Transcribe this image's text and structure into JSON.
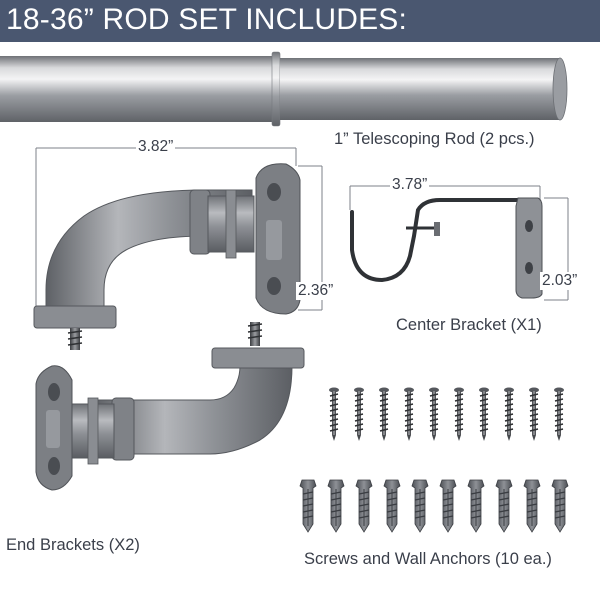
{
  "header": {
    "title": "18-36” ROD SET INCLUDES:"
  },
  "rod": {
    "label": "1” Telescoping Rod (2 pcs.)"
  },
  "end_brackets": {
    "label": "End Brackets (X2)",
    "width": "3.82”",
    "height": "2.36”"
  },
  "center_bracket": {
    "label": "Center Bracket (X1)",
    "width": "3.78”",
    "height": "2.03”"
  },
  "hardware": {
    "label": "Screws and Wall Anchors (10 ea.)"
  },
  "colors": {
    "header_bg": "#4a5770",
    "metal": "#8c8f94",
    "text": "#3a3f4a"
  }
}
